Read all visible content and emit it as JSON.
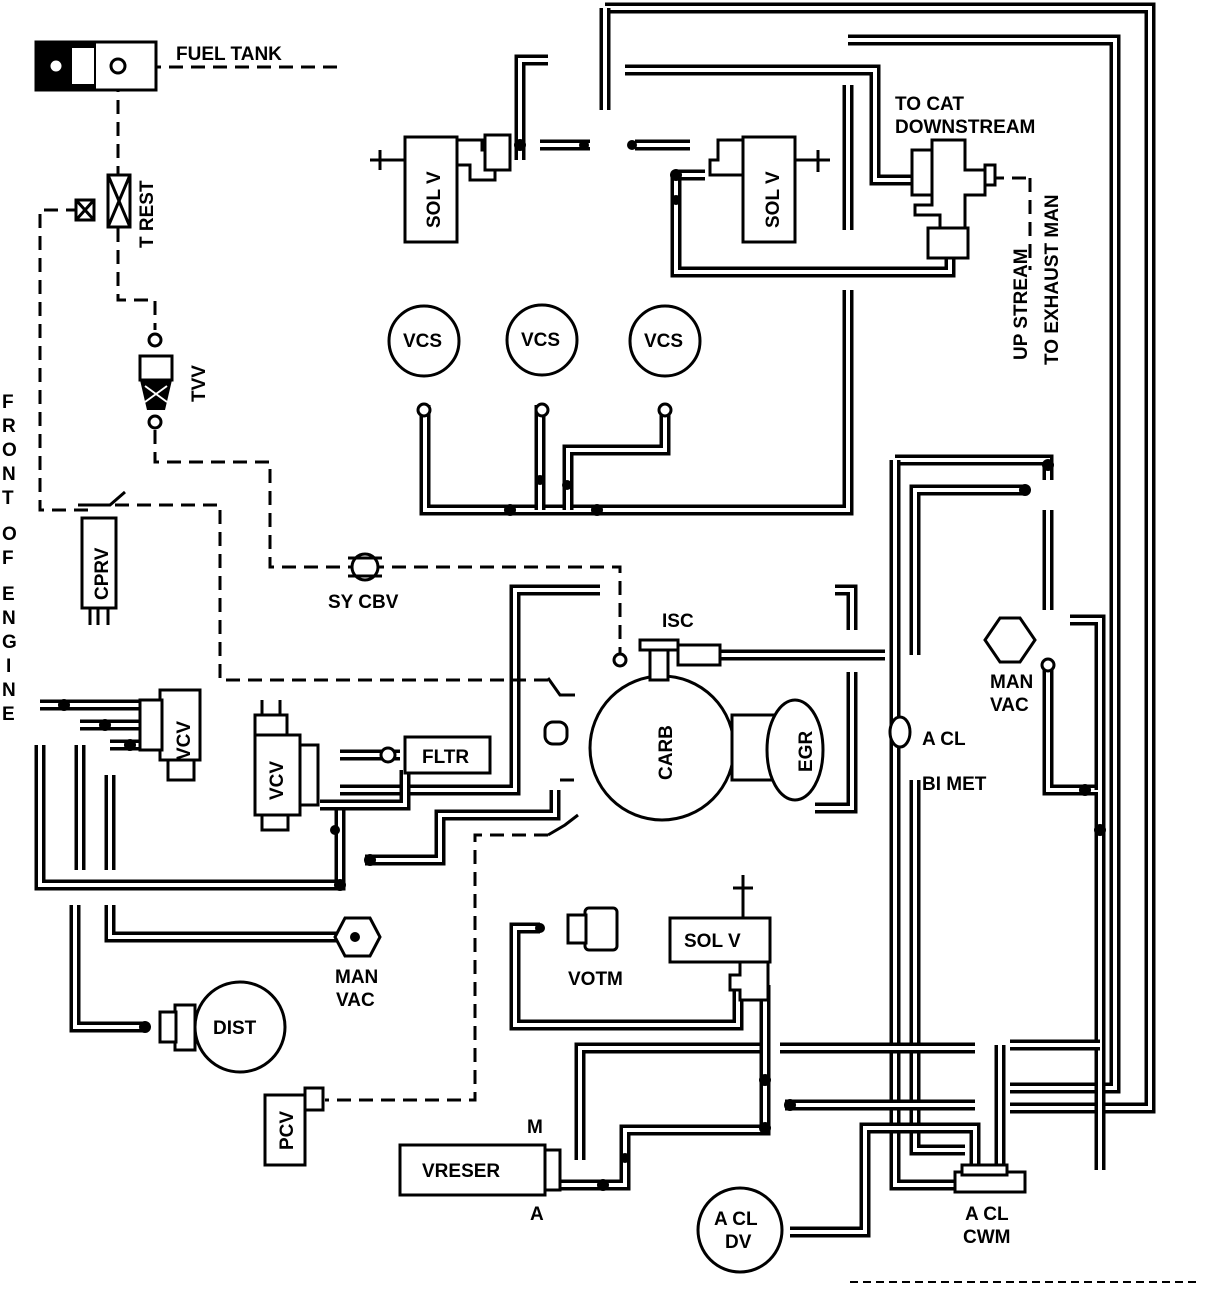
{
  "diagram": {
    "labels": {
      "fuel_tank": "FUEL TANK",
      "t_rest": "T REST",
      "tvv": "TVV",
      "front_of_engine": [
        "F",
        "R",
        "O",
        "N",
        "T",
        "O",
        "F",
        "E",
        "N",
        "G",
        "I",
        "N",
        "E"
      ],
      "cprv": "CPRV",
      "sy_cbv": "SY CBV",
      "sol_v_left": "SOL V",
      "sol_v_right": "SOL V",
      "to_cat_downstream_1": "TO CAT",
      "to_cat_downstream_2": "DOWNSTREAM",
      "up_stream": "UP STREAM",
      "to_exhaust_man": "TO EXHAUST MAN",
      "vcs_1": "VCS",
      "vcs_2": "VCS",
      "vcs_3": "VCS",
      "isc": "ISC",
      "carb": "CARB",
      "egr": "EGR",
      "fltr": "FLTR",
      "vcv_top": "VCV",
      "vcv_mid": "VCV",
      "man_vac_left_1": "MAN",
      "man_vac_left_2": "VAC",
      "man_vac_right_1": "MAN",
      "man_vac_right_2": "VAC",
      "dist": "DIST",
      "pcv": "PCV",
      "votm": "VOTM",
      "sol_v_bottom": "SOL V",
      "m": "M",
      "a": "A",
      "vreser": "VRESER",
      "a_cl_dv_1": "A CL",
      "a_cl_dv_2": "DV",
      "a_cl_cwm_1": "A CL",
      "a_cl_cwm_2": "CWM",
      "a_cl_bimet_1": "A CL",
      "a_cl_bimet_2": "BI MET"
    }
  }
}
